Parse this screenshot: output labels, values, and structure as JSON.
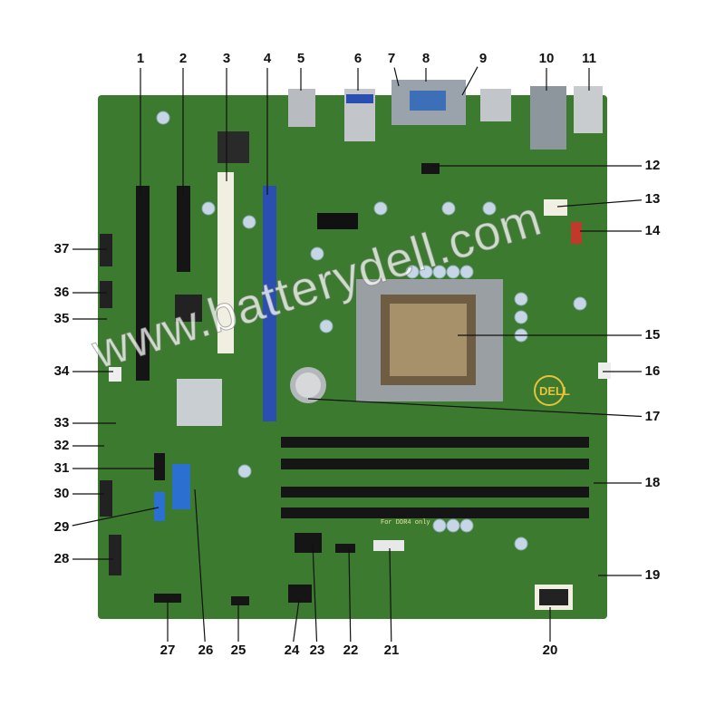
{
  "callouts": [
    "1",
    "2",
    "3",
    "4",
    "5",
    "6",
    "7",
    "8",
    "9",
    "10",
    "11",
    "12",
    "13",
    "14",
    "15",
    "16",
    "17",
    "18",
    "19",
    "20",
    "21",
    "22",
    "23",
    "24",
    "25",
    "26",
    "27",
    "28",
    "29",
    "30",
    "31",
    "32",
    "33",
    "34",
    "35",
    "36",
    "37"
  ],
  "watermark": "www.batterydell.com",
  "board_labels": {
    "logo": "DELL",
    "dimm_note": "For DDR4 only"
  },
  "colors": {
    "board": "#3c7a2f",
    "pcie_x16": "#2a4fb0",
    "pci": "#f1eee2",
    "slot": "#151515",
    "sata_blue": "#2b6fd1"
  }
}
